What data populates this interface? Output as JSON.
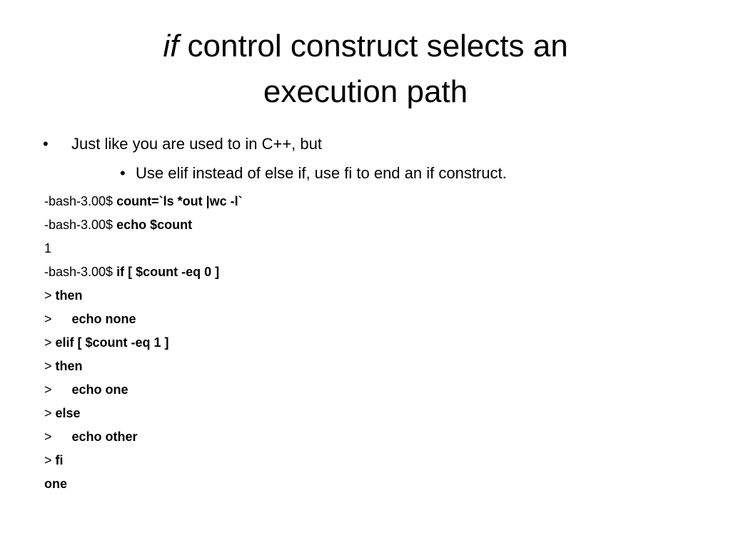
{
  "slide": {
    "title_italic": "if",
    "title_rest": " control construct selects an",
    "title_line2": "execution path",
    "bullets": [
      {
        "bullet": "•",
        "text": "Just like you are used to in C++, but"
      },
      {
        "bullet": "•",
        "text": "Use elif instead of else if, use fi to end an if construct."
      }
    ]
  },
  "terminal": {
    "lines": [
      {
        "prompt": "-bash-3.00$ ",
        "cmd": "count=`ls *out |wc -l`"
      },
      {
        "prompt": "-bash-3.00$ ",
        "cmd": "echo $count"
      },
      {
        "output": "1"
      },
      {
        "prompt": "-bash-3.00$ ",
        "cmd": "if [ $count -eq 0 ]"
      },
      {
        "prompt": "> ",
        "cmd": "then"
      },
      {
        "prompt": ">",
        "cmd": "echo none"
      },
      {
        "prompt": "> ",
        "cmd": "elif [ $count -eq 1 ]"
      },
      {
        "prompt": "> ",
        "cmd": "then"
      },
      {
        "prompt": ">",
        "cmd": "echo one"
      },
      {
        "prompt": "> ",
        "cmd": "else"
      },
      {
        "prompt": ">",
        "cmd": "echo other"
      },
      {
        "prompt": "> ",
        "cmd": "fi"
      },
      {
        "output_bold": "one"
      }
    ]
  }
}
